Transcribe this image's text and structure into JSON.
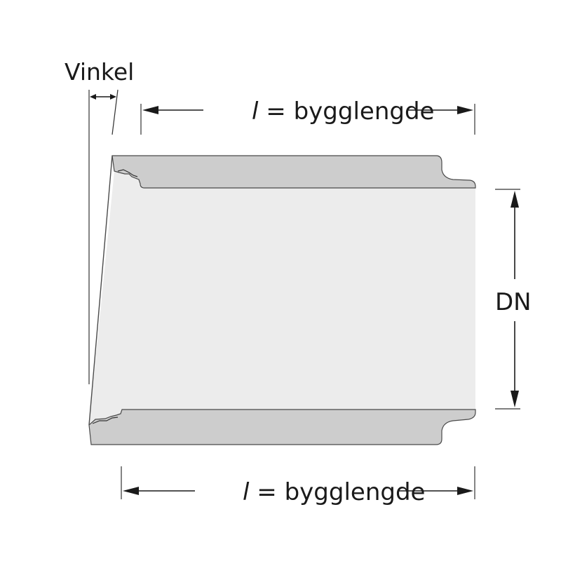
{
  "labels": {
    "angle": "Vinkel",
    "length_top_var": "l",
    "length_top_rest": " = bygglengde",
    "length_bottom_var": "l",
    "length_bottom_rest": " = bygglengde",
    "diameter": "DN"
  },
  "colors": {
    "wall": "#cdcdcd",
    "bore": "#ececec",
    "outline": "#4a4a4a",
    "dimension": "#1a1a1a"
  }
}
